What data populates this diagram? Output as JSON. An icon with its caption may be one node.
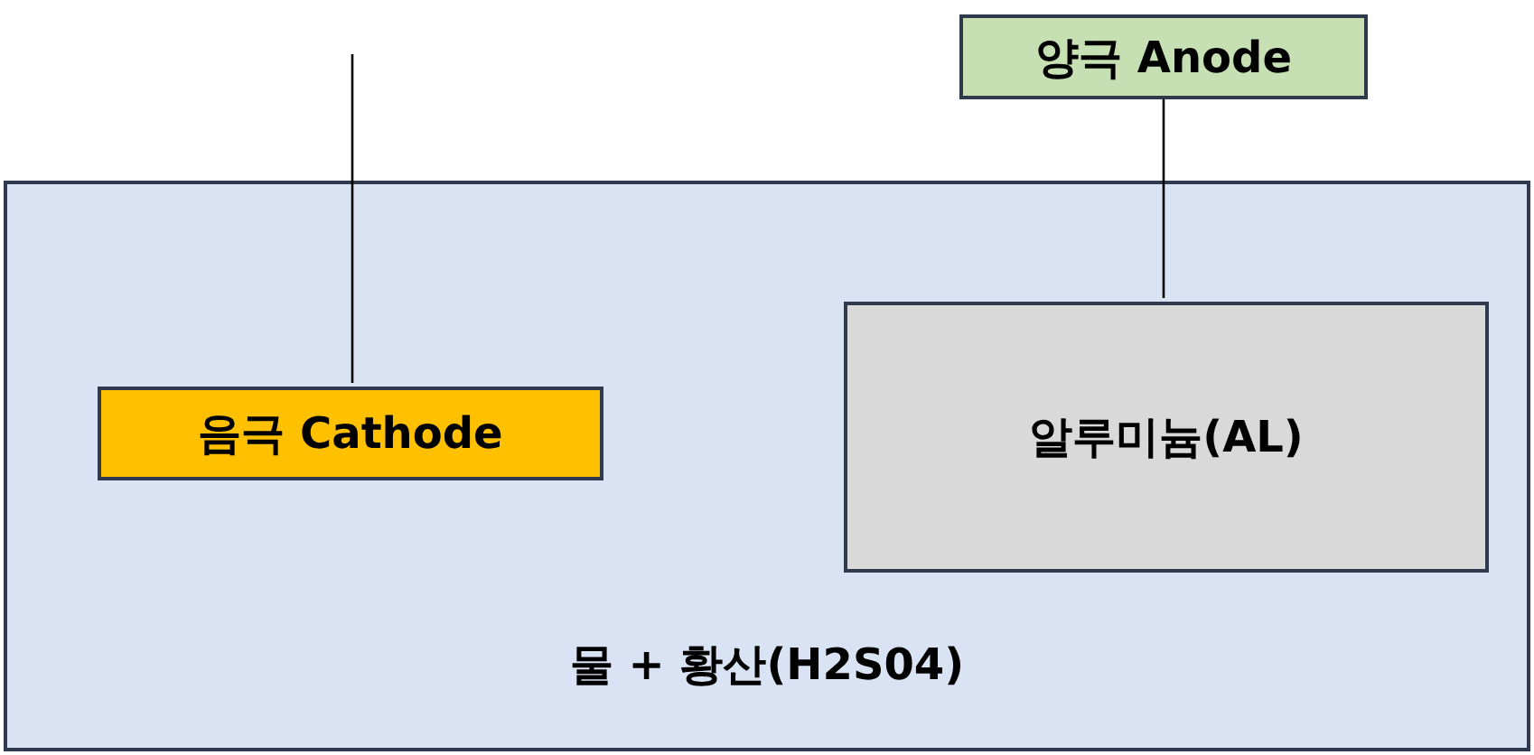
{
  "diagram": {
    "nodes": [
      {
        "text": [
          "양극 Anode"
        ]
      },
      {
        "text": [
          "물 + 황산(H2S04)"
        ]
      },
      {
        "text": [
          "음극 Cathode"
        ],
        "in": 1
      },
      {
        "text": [
          "알루미늄(AL)"
        ],
        "in": 1
      }
    ],
    "edges": [
      {
        "from": null,
        "to": 2,
        "arrow": "none"
      },
      {
        "from": 0,
        "to": 3,
        "arrow": "none"
      }
    ]
  }
}
